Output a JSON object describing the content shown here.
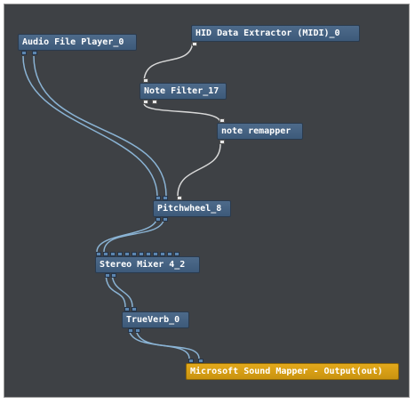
{
  "nodes": {
    "audio_file_player": "Audio File Player_0",
    "hid_extractor": "HID Data Extractor (MIDI)_0",
    "note_filter": "Note Filter_17",
    "note_remapper": "note remapper",
    "pitchwheel": "Pitchwheel_8",
    "stereo_mixer": "Stereo Mixer 4_2",
    "trueverb": "TrueVerb_0",
    "sound_mapper": "Microsoft Sound Mapper - Output(out)"
  },
  "colors": {
    "background": "#3e4145",
    "node_fill": "#44607f",
    "output_node_fill": "#d9a016",
    "audio_wire": "#8ab3d4",
    "midi_wire": "#d8d8d8"
  }
}
